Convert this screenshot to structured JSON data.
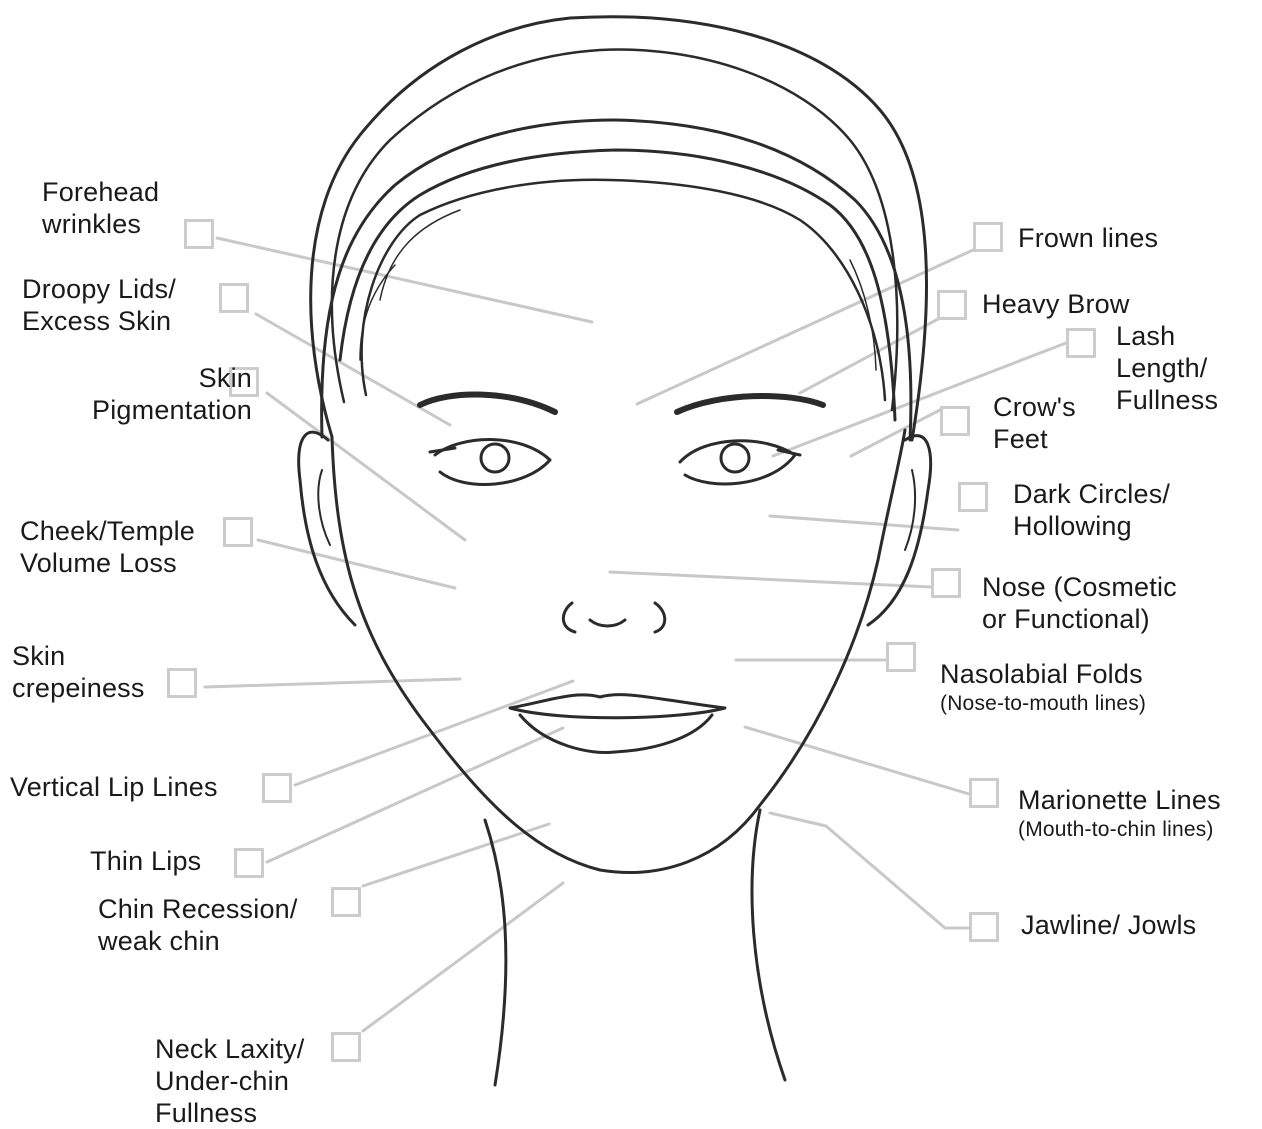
{
  "concerns": [
    {
      "key": "forehead",
      "lines": [
        "Forehead",
        "wrinkles"
      ]
    },
    {
      "key": "droopy",
      "lines": [
        "Droopy Lids/",
        "Excess Skin"
      ]
    },
    {
      "key": "pigment",
      "lines": [
        "Skin",
        "Pigmentation"
      ]
    },
    {
      "key": "cheek",
      "lines": [
        "Cheek/Temple",
        "Volume Loss"
      ]
    },
    {
      "key": "crepe",
      "lines": [
        "Skin",
        "crepeiness"
      ]
    },
    {
      "key": "lipline",
      "lines": [
        "Vertical Lip Lines"
      ]
    },
    {
      "key": "thinlips",
      "lines": [
        "Thin Lips"
      ]
    },
    {
      "key": "chin",
      "lines": [
        "Chin Recession/",
        "weak chin"
      ]
    },
    {
      "key": "neck",
      "lines": [
        "Neck Laxity/",
        "Under-chin",
        "Fullness"
      ]
    },
    {
      "key": "frown",
      "lines": [
        "Frown lines"
      ]
    },
    {
      "key": "brow",
      "lines": [
        "Heavy Brow"
      ]
    },
    {
      "key": "lash",
      "lines": [
        "Lash",
        "Length/",
        "Fullness"
      ]
    },
    {
      "key": "crows",
      "lines": [
        "Crow's",
        "Feet"
      ]
    },
    {
      "key": "dark",
      "lines": [
        "Dark Circles/",
        "Hollowing"
      ]
    },
    {
      "key": "nose",
      "lines": [
        "Nose (Cosmetic",
        "or Functional)"
      ]
    },
    {
      "key": "naso",
      "lines": [
        "Nasolabial Folds"
      ],
      "sub": "(Nose-to-mouth lines)"
    },
    {
      "key": "mario",
      "lines": [
        "Marionette Lines"
      ],
      "sub": "(Mouth-to-chin lines)"
    },
    {
      "key": "jaw",
      "lines": [
        "Jawline/ Jowls"
      ]
    }
  ],
  "colors": {
    "outline": "#2b2b2b",
    "leader": "#c8c8c8",
    "checkbox": "#cccccc"
  }
}
